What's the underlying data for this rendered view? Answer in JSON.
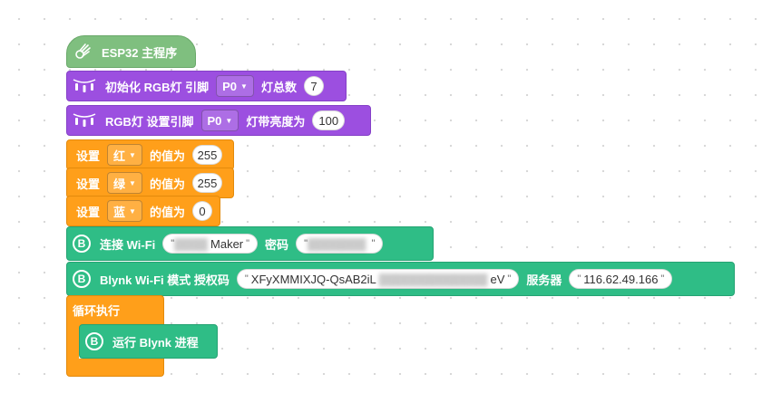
{
  "blocks": {
    "main": {
      "label": "ESP32 主程序"
    },
    "init_rgb": {
      "prefix": "初始化 RGB灯 引脚",
      "pin": "P0",
      "middle": "灯总数",
      "count": "7"
    },
    "set_brightness": {
      "prefix": "RGB灯 设置引脚",
      "pin": "P0",
      "middle": "灯带亮度为",
      "value": "100"
    },
    "set_red": {
      "prefix": "设置",
      "var": "红",
      "middle": "的值为",
      "value": "255"
    },
    "set_green": {
      "prefix": "设置",
      "var": "绿",
      "middle": "的值为",
      "value": "255"
    },
    "set_blue": {
      "prefix": "设置",
      "var": "蓝",
      "middle": "的值为",
      "value": "0"
    },
    "wifi": {
      "icon": "B",
      "prefix": "连接 Wi-Fi",
      "ssid": "Maker",
      "middle": "密码",
      "password": ""
    },
    "blynk": {
      "icon": "B",
      "prefix": "Blynk Wi-Fi 模式 授权码",
      "token_start": "XFyXMMIXJQ-QsAB2iL",
      "token_end": "eV",
      "middle": "服务器",
      "server": "116.62.49.166"
    },
    "loop": {
      "label": "循环执行"
    },
    "run_blynk": {
      "icon": "B",
      "label": "运行 Blynk 进程"
    }
  },
  "colors": {
    "hat": "#7fbf7f",
    "purple": "#9c4fe0",
    "orange": "#ff9f1a",
    "green": "#2fbd86"
  },
  "icons": {
    "hat": "hand-icon",
    "rgb": "light-string-icon",
    "blynk": "blynk-b-icon",
    "dropdown": "chevron-down-icon"
  }
}
